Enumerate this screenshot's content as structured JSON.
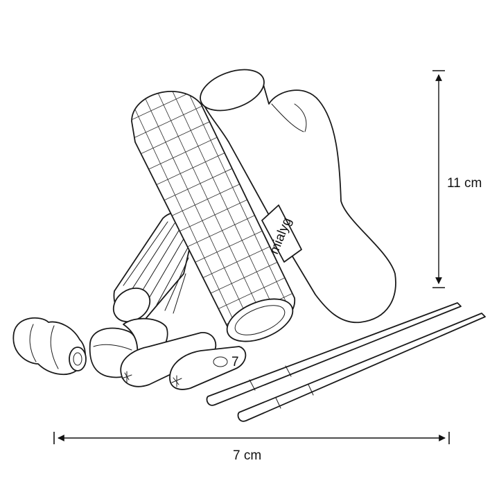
{
  "dimensions": {
    "height_label": "11 cm",
    "width_label": "7 cm"
  },
  "tag": {
    "text": "mialyg"
  },
  "small_bead": {
    "text": "7"
  }
}
